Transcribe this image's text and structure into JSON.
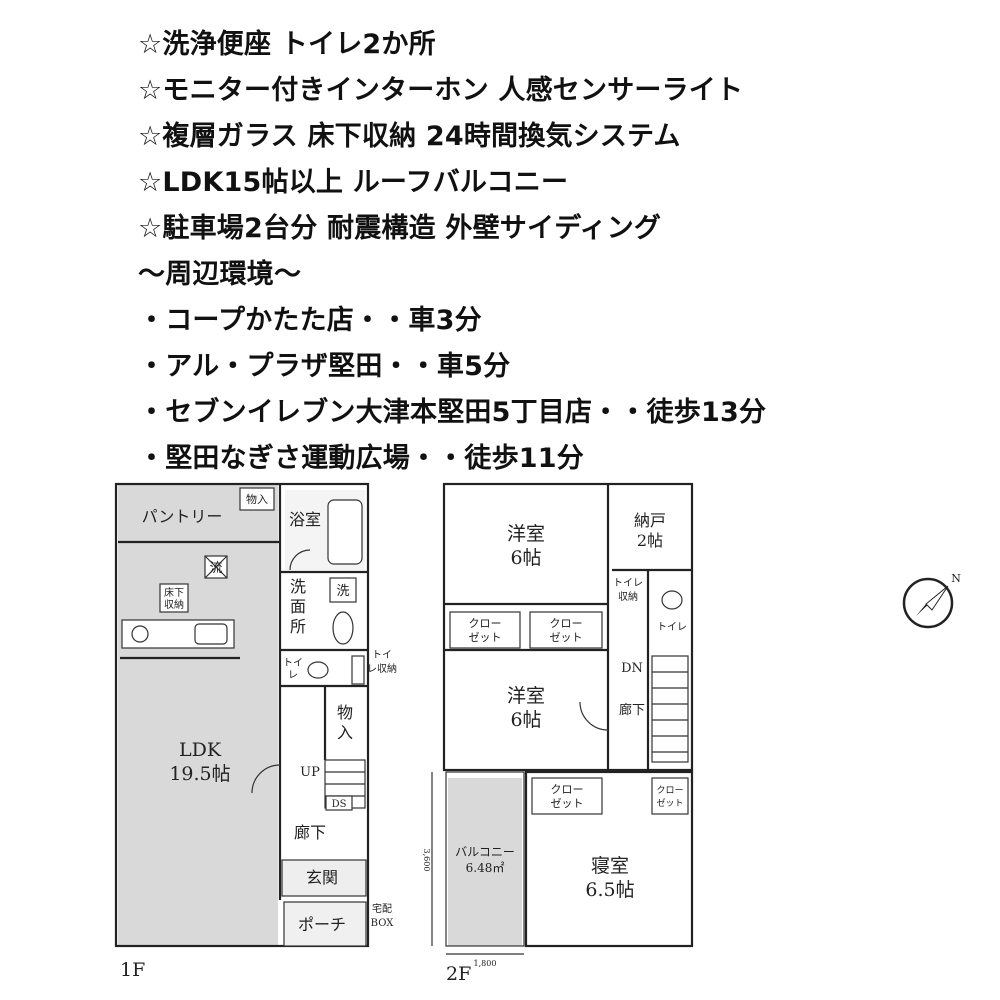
{
  "features": [
    "☆洗浄便座 トイレ2か所",
    "☆モニター付きインターホン 人感センサーライト",
    "☆複層ガラス 床下収納 24時間換気システム",
    "☆LDK15帖以上 ルーフバルコニー",
    "☆駐車場2台分 耐震構造 外壁サイディング"
  ],
  "surroundings_title": "〜周辺環境〜",
  "surroundings": [
    "・コープかたた店・・車3分",
    "・アル・プラザ堅田・・車5分",
    "・セブンイレブン大津本堅田5丁目店・・徒歩13分",
    "・堅田なぎさ運動広場・・徒歩11分"
  ],
  "floor1": {
    "label": "1F",
    "pantry": "パントリー",
    "storage_small": "物入",
    "bath": "浴室",
    "sink_mark": "流",
    "underfloor_1": "床下",
    "underfloor_2": "収納",
    "washroom_1": "洗",
    "washroom_2": "面",
    "washroom_3": "所",
    "laundry_mark": "洗",
    "toilet_1": "トイ",
    "toilet_2": "レ",
    "toilet_storage_1": "トイ",
    "toilet_storage_2": "レ収納",
    "closet_1": "物",
    "closet_2": "入",
    "up": "UP",
    "ds": "DS",
    "ldk_name": "LDK",
    "ldk_size": "19.5帖",
    "hall": "廊下",
    "entrance": "玄関",
    "porch": "ポーチ",
    "delivery_box_1": "宅配",
    "delivery_box_2": "BOX"
  },
  "floor2": {
    "label": "2F",
    "room1_name": "洋室",
    "room1_size": "6帖",
    "room2_name": "洋室",
    "room2_size": "6帖",
    "storeroom_name": "納戸",
    "storeroom_size": "2帖",
    "closet_1": "クロー",
    "closet_2": "ゼット",
    "toilet_storage_1": "トイレ",
    "toilet_storage_2": "収納",
    "toilet": "トイレ",
    "dn": "DN",
    "hall": "廊下",
    "balcony_name": "バルコニー",
    "balcony_size": "6.48㎡",
    "bedroom_name": "寝室",
    "bedroom_size": "6.5帖",
    "dim_vertical": "3,600",
    "dim_horizontal": "1,800"
  },
  "compass_label": "N"
}
